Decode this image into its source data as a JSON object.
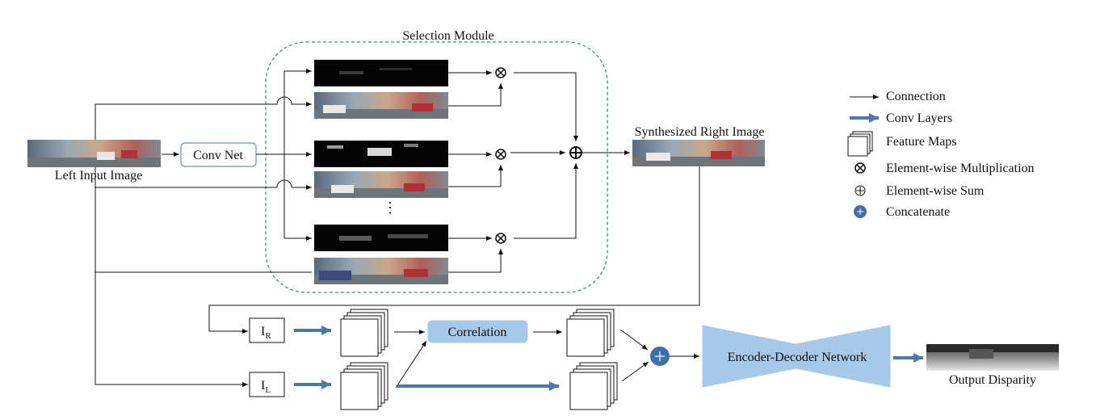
{
  "title": "Selection Module",
  "labels": {
    "left_input": "Left Input Image",
    "conv_net": "Conv Net",
    "synthesized": "Synthesized Right Image",
    "correlation": "Correlation",
    "encoder_decoder": "Encoder-Decoder Network",
    "output": "Output Disparity",
    "ir_main": "I",
    "ir_sub": "R",
    "il_main": "I",
    "il_sub": "L",
    "ellipsis": "⋮"
  },
  "legend": {
    "connection": "Connection",
    "conv_layers": "Conv Layers",
    "feature_maps": "Feature Maps",
    "multiplication": "Element-wise Multiplication",
    "sum": "Element-wise Sum",
    "concatenate": "Concatenate"
  },
  "colors": {
    "conv_arrow": "#4a78ad",
    "module_border": "#3f8f74",
    "conv_net_border": "#6b8fb5",
    "correlation_fill": "#a8c8e8",
    "encoder_fill": "#a8c8e8",
    "concat_fill": "#3f6fa8"
  }
}
